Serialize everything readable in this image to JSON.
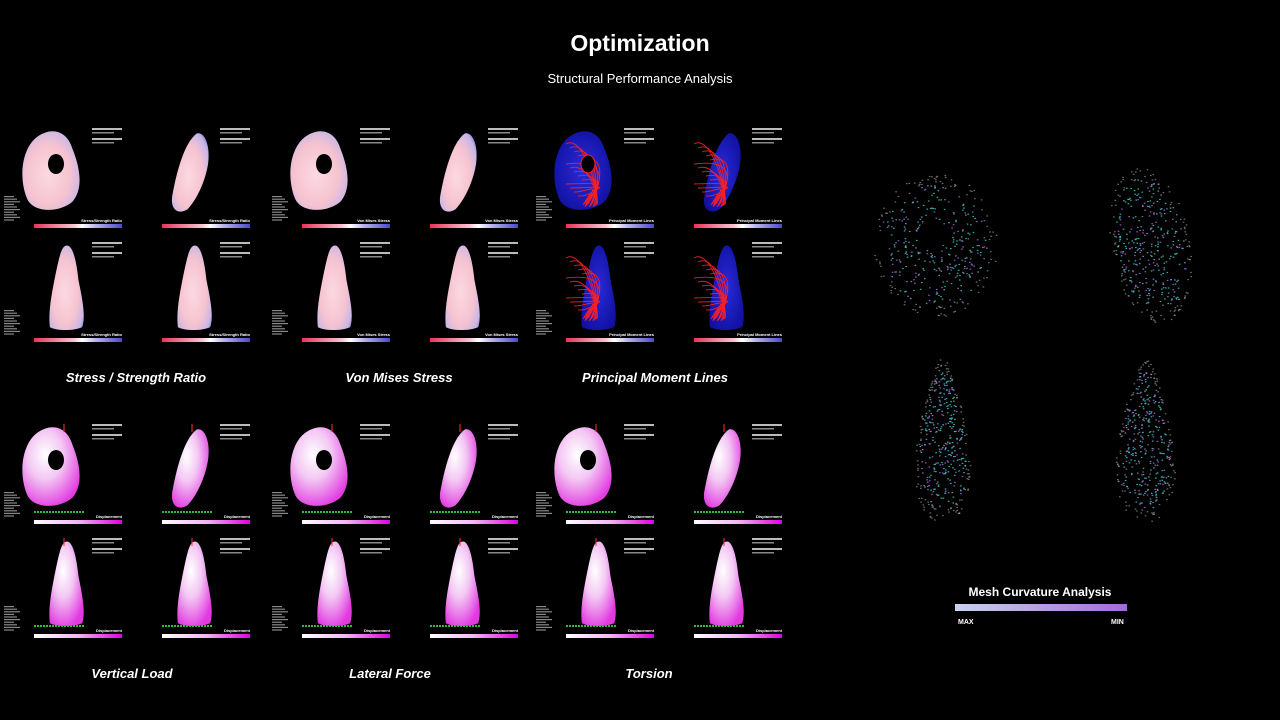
{
  "header": {
    "title": "Optimization",
    "subtitle": "Structural Performance Analysis"
  },
  "groups": [
    {
      "caption": "Stress / Strength Ratio",
      "panel_label": "Stress/Strength Ratio",
      "style": "ratio"
    },
    {
      "caption": "Von Mises Stress",
      "panel_label": "Von Mises Stress",
      "style": "vonmises"
    },
    {
      "caption": "Principal Moment Lines",
      "panel_label": "Principal Moment Lines",
      "style": "lines"
    },
    {
      "caption": "Vertical Load",
      "panel_label": "Displacement",
      "style": "disp"
    },
    {
      "caption": "Lateral Force",
      "panel_label": "Displacement",
      "style": "disp2"
    },
    {
      "caption": "Torsion",
      "panel_label": "Displacement",
      "style": "disp3"
    }
  ],
  "legend": {
    "title": "Mesh Curvature Analysis",
    "max_label": "MAX",
    "min_label": "MIN"
  },
  "colors": {
    "background": "#000000",
    "ratio_red": "#e8345a",
    "ratio_blue": "#4a4ac8",
    "magenta": "#e000e0",
    "mesh_cyan": "#3fc6c6",
    "mesh_violet": "#a46ad6"
  }
}
